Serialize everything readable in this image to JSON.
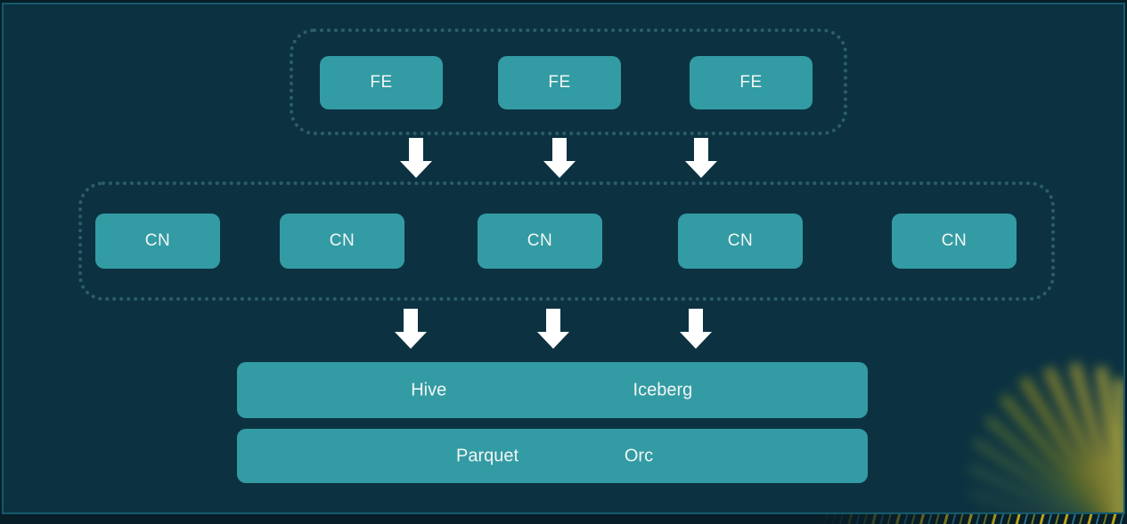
{
  "app": {
    "type": "architecture-diagram"
  },
  "colors": {
    "background": "#0C3241",
    "outer_frame": "#071D27",
    "frame_border": "#155A6C",
    "node_fill": "#339BA3",
    "group_dotted_border": "#2C5D6B",
    "arrow": "#FFFFFF",
    "label_text": "#F2F7F7"
  },
  "diagram": {
    "fe_group": {
      "nodes": [
        {
          "label": "FE"
        },
        {
          "label": "FE"
        },
        {
          "label": "FE"
        }
      ]
    },
    "cn_group": {
      "nodes": [
        {
          "label": "CN"
        },
        {
          "label": "CN"
        },
        {
          "label": "CN"
        },
        {
          "label": "CN"
        },
        {
          "label": "CN"
        }
      ]
    },
    "storage": {
      "formats_row1": [
        {
          "label": "Hive"
        },
        {
          "label": "Iceberg"
        }
      ],
      "formats_row2": [
        {
          "label": "Parquet"
        },
        {
          "label": "Orc"
        }
      ]
    }
  }
}
